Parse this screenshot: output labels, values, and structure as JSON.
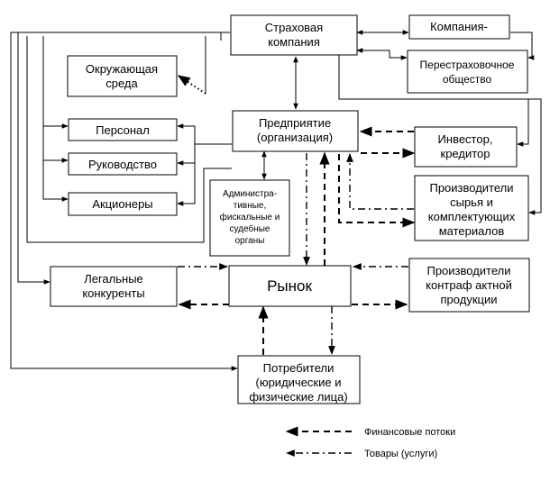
{
  "boxes": {
    "insurer": [
      "Страховая",
      "компания"
    ],
    "company": [
      "Компания-"
    ],
    "reinsurer": [
      "Перестраховочное",
      "общество"
    ],
    "environment": [
      "Окружающая",
      "среда"
    ],
    "enterprise": [
      "Предприятие",
      "(организация)"
    ],
    "personnel": [
      "Персонал"
    ],
    "management": [
      "Руководство"
    ],
    "shareholders": [
      "Акционеры"
    ],
    "investor": [
      "Инвестор,",
      "кредитор"
    ],
    "admin": [
      "Администра-",
      "тивные,",
      "фискальные и",
      "судебные",
      "органы"
    ],
    "suppliers": [
      "Производители",
      "сырья и",
      "комплектующих",
      "материалов"
    ],
    "competitors": [
      "Легальные",
      "конкуренты"
    ],
    "market": [
      "Рынок"
    ],
    "counterfeit": [
      "Производители",
      "контраф актной",
      "продукции"
    ],
    "consumers": [
      "Потребители",
      "(юридические и",
      "физические лица)"
    ]
  },
  "legend": {
    "financial": "Финансовые потоки",
    "goods": "Товары (услуги)"
  }
}
